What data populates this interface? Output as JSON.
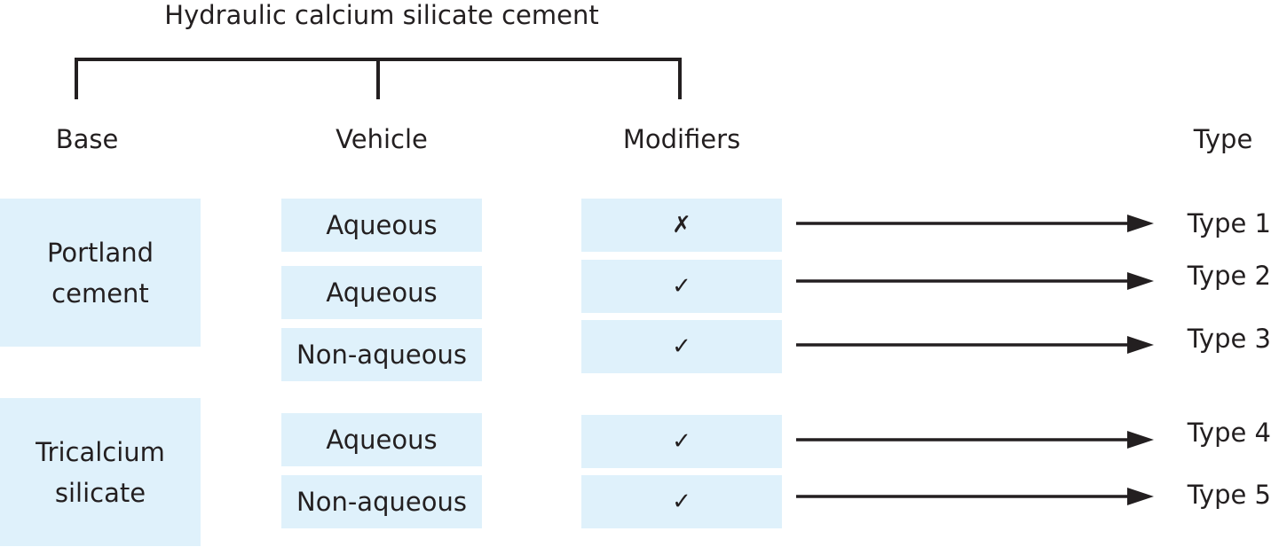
{
  "diagram": {
    "title": "Hydraulic calcium silicate cement",
    "headers": {
      "base": "Base",
      "vehicle": "Vehicle",
      "modifiers": "Modifiers",
      "type": "Type"
    },
    "bases": [
      {
        "label": "Portland\ncement"
      },
      {
        "label": "Tricalcium\nsilicate"
      }
    ],
    "rows": [
      {
        "vehicle": "Aqueous",
        "modifier": "✗",
        "type": "Type 1"
      },
      {
        "vehicle": "Aqueous",
        "modifier": "✓",
        "type": "Type 2"
      },
      {
        "vehicle": "Non-aqueous",
        "modifier": "✓",
        "type": "Type 3"
      },
      {
        "vehicle": "Aqueous",
        "modifier": "✓",
        "type": "Type 4"
      },
      {
        "vehicle": "Non-aqueous",
        "modifier": "✓",
        "type": "Type 5"
      }
    ],
    "colors": {
      "box_fill": "#dff1fb",
      "line": "#231f20"
    }
  }
}
